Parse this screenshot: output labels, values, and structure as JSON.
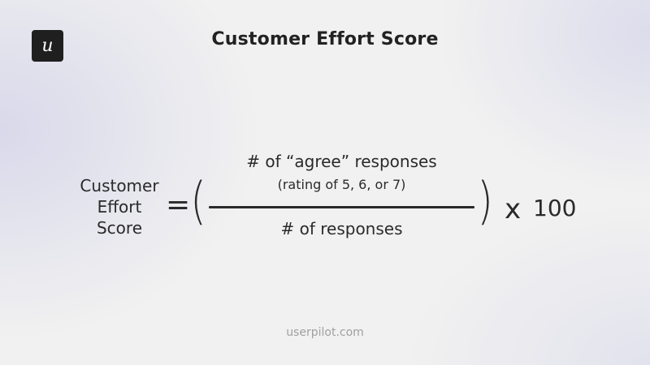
{
  "header": {
    "logo_glyph": "u",
    "logo_icon": "userpilot-logo-icon",
    "title": "Customer Effort Score"
  },
  "formula": {
    "lhs_lines": [
      "Customer",
      "Effort",
      "Score"
    ],
    "equals": "=",
    "open_paren": "(",
    "close_paren": ")",
    "numerator": "# of “agree” responses",
    "numerator_note": "(rating of 5, 6, or 7)",
    "denominator": "# of responses",
    "multiply": "x",
    "multiplier": "100"
  },
  "footer": {
    "site": "userpilot.com"
  },
  "colors": {
    "background": "#f1f1f1",
    "text": "#2a2a2a",
    "logo_bg": "#1f1f1f",
    "footer_text": "#a0a0a0"
  }
}
